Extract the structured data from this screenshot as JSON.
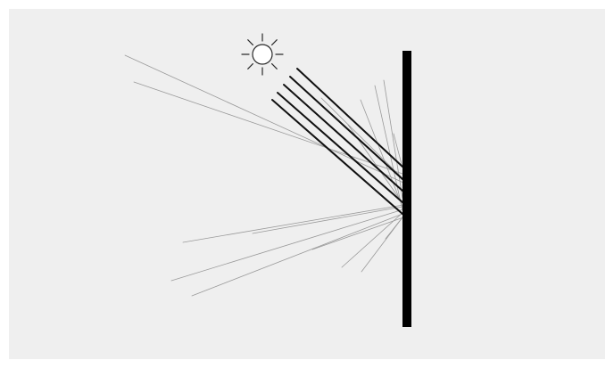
{
  "diagram": {
    "colors": {
      "page_background": "#ffffff",
      "panel_background": "#efefef",
      "surface": "#000000",
      "incident_rays": "#111111",
      "scattered_rays": "#9a9a9a",
      "sun": "#2a2a2a"
    },
    "elements": {
      "light_source": "sun-icon",
      "incoming_beam_count": 5,
      "scattered_ray_count": 16,
      "surface": "vertical-reflecting-surface"
    }
  }
}
